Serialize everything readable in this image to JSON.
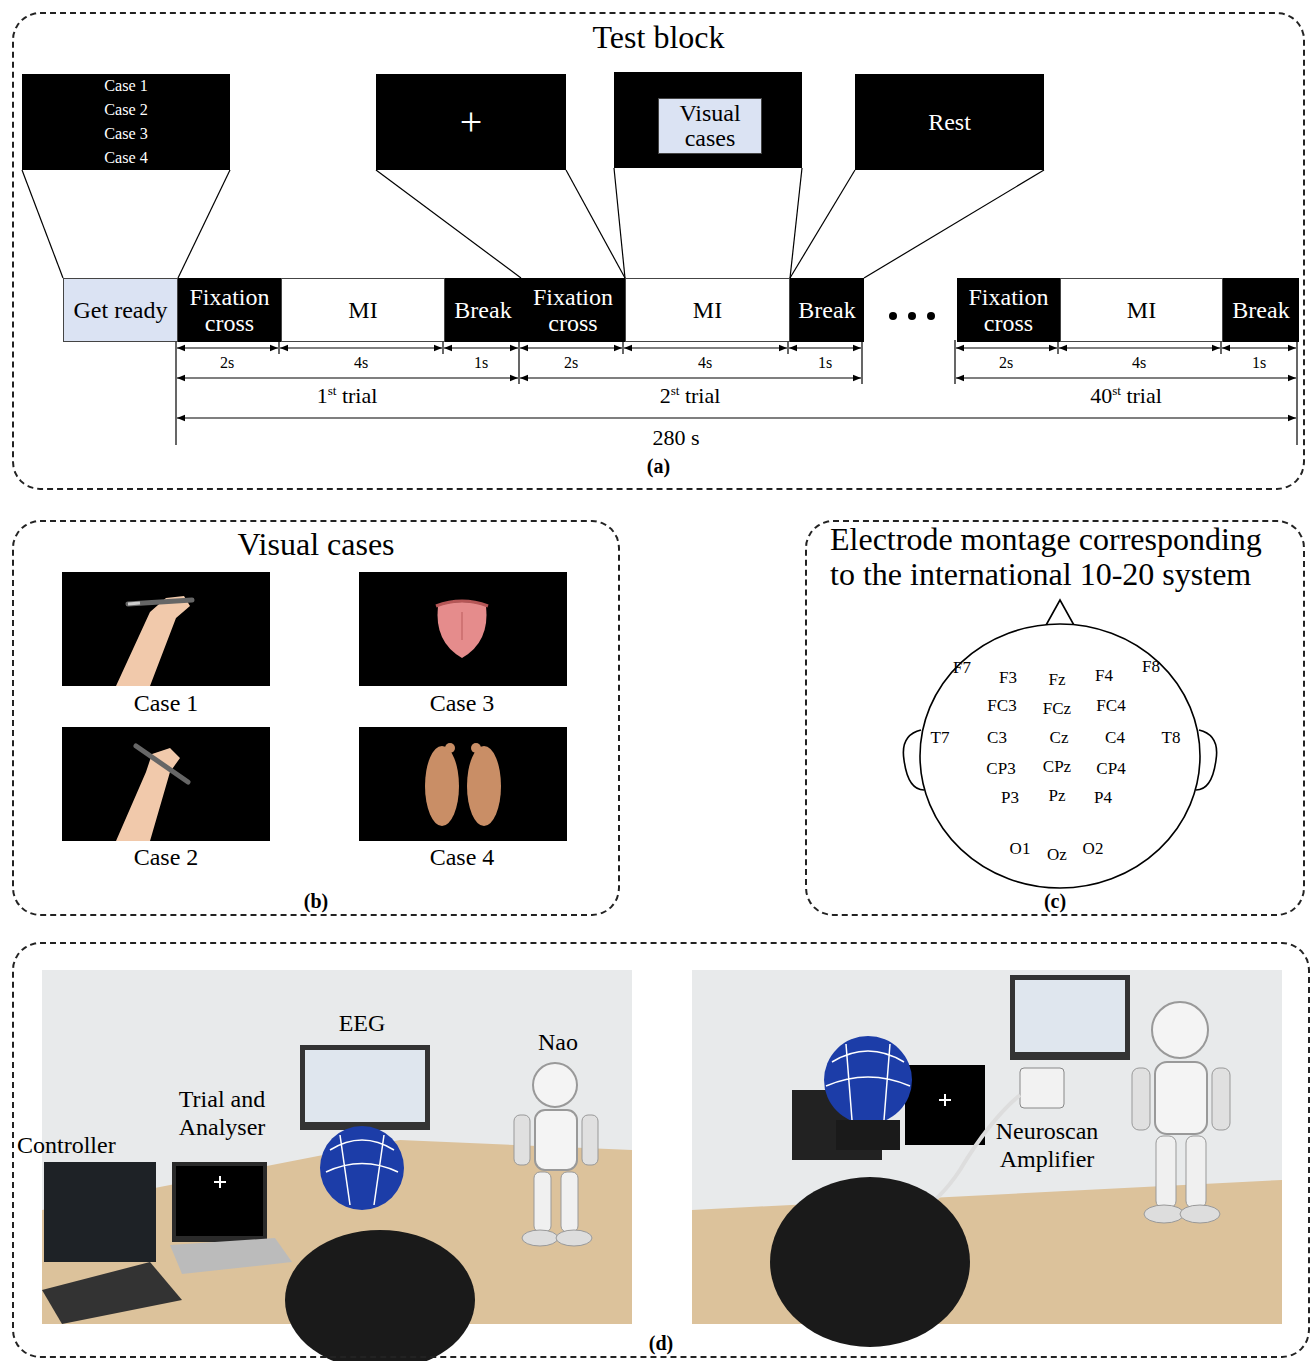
{
  "diagram": {
    "nodes": [
      {
        "text": [
          "Test block",
          "(a)"
        ]
      },
      {
        "text": [
          "Case 1",
          "Case 2",
          "Case 3",
          "Case 4"
        ],
        "in": 0
      },
      {
        "text": [
          "+"
        ],
        "in": 0
      },
      {
        "text": [
          "Visual cases"
        ],
        "in": 0
      },
      {
        "text": [
          "Rest"
        ],
        "in": 0
      },
      {
        "text": [
          "Get ready"
        ],
        "in": 0
      },
      {
        "text": [
          "Fixation cross"
        ],
        "in": 0
      },
      {
        "text": [
          "MI"
        ],
        "in": 0
      },
      {
        "text": [
          "Break"
        ],
        "in": 0
      },
      {
        "text": [
          "Fixation cross"
        ],
        "in": 0
      },
      {
        "text": [
          "MI"
        ],
        "in": 0
      },
      {
        "text": [
          "Break"
        ],
        "in": 0
      },
      {
        "text": [
          "Fixation cross"
        ],
        "in": 0
      },
      {
        "text": [
          "MI"
        ],
        "in": 0
      },
      {
        "text": [
          "Break"
        ],
        "in": 0
      },
      {
        "text": [
          "Visual cases",
          "(b)"
        ]
      },
      {
        "text": [
          "Electrode montage corresponding to the international 10-20 system",
          "(c)"
        ]
      },
      {
        "text": [
          "(d)"
        ]
      }
    ],
    "edges": [
      {
        "from": 1,
        "to": 5,
        "arrow": "none"
      },
      {
        "from": 2,
        "to": 9,
        "arrow": "none"
      },
      {
        "from": 3,
        "to": 10,
        "arrow": "none"
      },
      {
        "from": 4,
        "to": 11,
        "arrow": "none"
      }
    ],
    "labels": [
      "2s",
      "4s",
      "1s",
      "2s",
      "4s",
      "1s",
      "2s",
      "4s",
      "1s",
      "1st trial",
      "2st trial",
      "40st trial",
      "280 s",
      "Case 1",
      "Case 3",
      "Case 2",
      "Case 4",
      "F7",
      "F3",
      "Fz",
      "F4",
      "F8",
      "FC3",
      "FCz",
      "FC4",
      "T7",
      "C3",
      "Cz",
      "C4",
      "T8",
      "CP3",
      "CPz",
      "CP4",
      "P3",
      "Pz",
      "P4",
      "O1",
      "Oz",
      "O2",
      "Controller",
      "Trial and Analyser",
      "EEG",
      "Nao",
      "Neuroscan Amplifier"
    ]
  }
}
